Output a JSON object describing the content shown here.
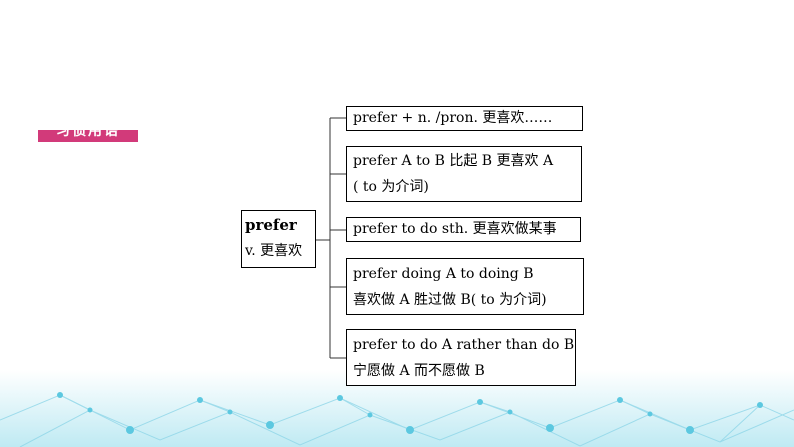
{
  "colors": {
    "tag_bg": "#d23a7a",
    "pattern": "#5cc8e0"
  },
  "tag": {
    "label": "习惯用语"
  },
  "root": {
    "word": "prefer",
    "meaning": "v. 更喜欢"
  },
  "branches": [
    {
      "lines": [
        "prefer + n. /pron. 更喜欢……"
      ]
    },
    {
      "lines": [
        "prefer A to B 比起 B 更喜欢 A",
        "( to 为介词)"
      ]
    },
    {
      "lines": [
        "prefer to do sth. 更喜欢做某事"
      ]
    },
    {
      "lines": [
        "prefer doing A to doing B",
        "喜欢做 A 胜过做 B( to 为介词)"
      ]
    },
    {
      "lines": [
        "prefer to do A rather than do B",
        "宁愿做 A 而不愿做 B"
      ]
    }
  ]
}
